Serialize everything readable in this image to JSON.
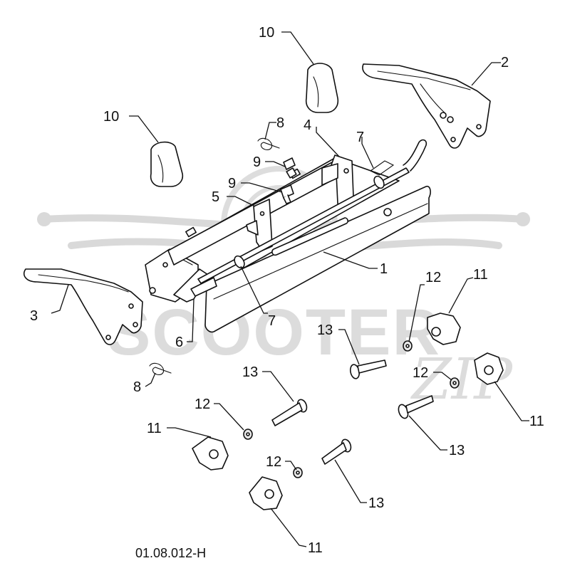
{
  "watermark": {
    "brand_text": "SCOOTER",
    "script_text": "ZIP",
    "color": "#d9d9d9"
  },
  "diagram": {
    "reference_code": "01.08.012-H",
    "callouts": {
      "c1": "1",
      "c2": "2",
      "c3": "3",
      "c4": "4",
      "c5": "5",
      "c6": "6",
      "c7a": "7",
      "c7b": "7",
      "c8a": "8",
      "c8b": "8",
      "c9a": "9",
      "c9b": "9",
      "c10a": "10",
      "c10b": "10",
      "c11a": "11",
      "c11b": "11",
      "c11c": "11",
      "c11d": "11",
      "c12a": "12",
      "c12b": "12",
      "c12c": "12",
      "c12d": "12",
      "c13a": "13",
      "c13b": "13",
      "c13c": "13",
      "c13d": "13"
    }
  }
}
